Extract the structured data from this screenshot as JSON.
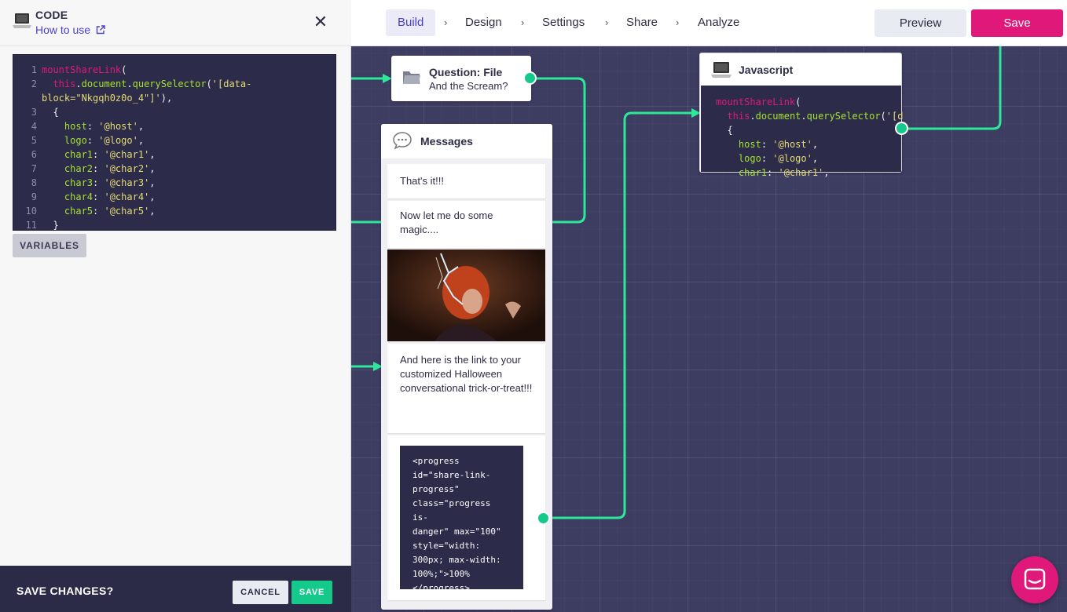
{
  "topnav": {
    "steps": [
      "Build",
      "Design",
      "Settings",
      "Share",
      "Analyze"
    ],
    "active_step": "Build",
    "separator": "›",
    "preview_label": "Preview",
    "save_label": "Save"
  },
  "left_panel": {
    "title": "CODE",
    "how_to_use": "How to use",
    "close_glyph": "✕",
    "code_lines": [
      {
        "n": "1",
        "html": "<span class=\"k-fn\">mountShareLink</span>("
      },
      {
        "n": "2",
        "html": "  <span class=\"k-this\">this</span>.<span class=\"k-m\">document</span>.<span class=\"k-m\">querySelector</span>(<span class=\"k-s\">'[data-</span>"
      },
      {
        "n": "",
        "html": "<span class=\"k-s\">block=\"Nkgqh0z0o_4\"]'</span>),"
      },
      {
        "n": "3",
        "html": "  {"
      },
      {
        "n": "4",
        "html": "    <span class=\"k-p\">host</span>: <span class=\"k-s\">'@host'</span>,"
      },
      {
        "n": "5",
        "html": "    <span class=\"k-p\">logo</span>: <span class=\"k-s\">'@logo'</span>,"
      },
      {
        "n": "6",
        "html": "    <span class=\"k-p\">char1</span>: <span class=\"k-s\">'@char1'</span>,"
      },
      {
        "n": "7",
        "html": "    <span class=\"k-p\">char2</span>: <span class=\"k-s\">'@char2'</span>,"
      },
      {
        "n": "8",
        "html": "    <span class=\"k-p\">char3</span>: <span class=\"k-s\">'@char3'</span>,"
      },
      {
        "n": "9",
        "html": "    <span class=\"k-p\">char4</span>: <span class=\"k-s\">'@char4'</span>,"
      },
      {
        "n": "10",
        "html": "    <span class=\"k-p\">char5</span>: <span class=\"k-s\">'@char5'</span>,"
      },
      {
        "n": "11",
        "html": "  }"
      }
    ],
    "variables_label": "VARIABLES"
  },
  "save_bar": {
    "prompt": "SAVE CHANGES?",
    "cancel_label": "CANCEL",
    "save_label": "SAVE"
  },
  "nodes": {
    "question": {
      "title": "Question: File",
      "subtitle": "And the Scream?"
    },
    "javascript": {
      "title": "Javascript",
      "code_lines": [
        "<span class=\"k-fn\">mountShareLink</span>(",
        "  <span class=\"k-this\">this</span>.<span class=\"k-m\">document</span>.<span class=\"k-m\">querySelector</span>(<span class=\"k-s\">'[d</span>",
        "  {",
        "    <span class=\"k-p\">host</span>: <span class=\"k-s\">'@host'</span>,",
        "    <span class=\"k-p\">logo</span>: <span class=\"k-s\">'@logo'</span>,",
        "    <span class=\"k-p\">char1</span>: <span class=\"k-s\">'@char1'</span>,"
      ]
    },
    "messages": {
      "title": "Messages",
      "msg1": "That's it!!!",
      "msg2": "Now let me do some magic....",
      "msg3": "And here is the link to your customized Halloween conversational trick-or-treat!!!",
      "msg4_code": "<progress\nid=\"share-link-\nprogress\"\nclass=\"progress is-\ndanger\" max=\"100\"\nstyle=\"width:\n300px; max-width:\n100%;\">100%\n</progress>"
    }
  },
  "colors": {
    "accent": "#e0187a",
    "success": "#14c98a",
    "link": "#4a3fc6",
    "canvas": "#3d3c61",
    "code_bg": "#2c2c4a"
  }
}
